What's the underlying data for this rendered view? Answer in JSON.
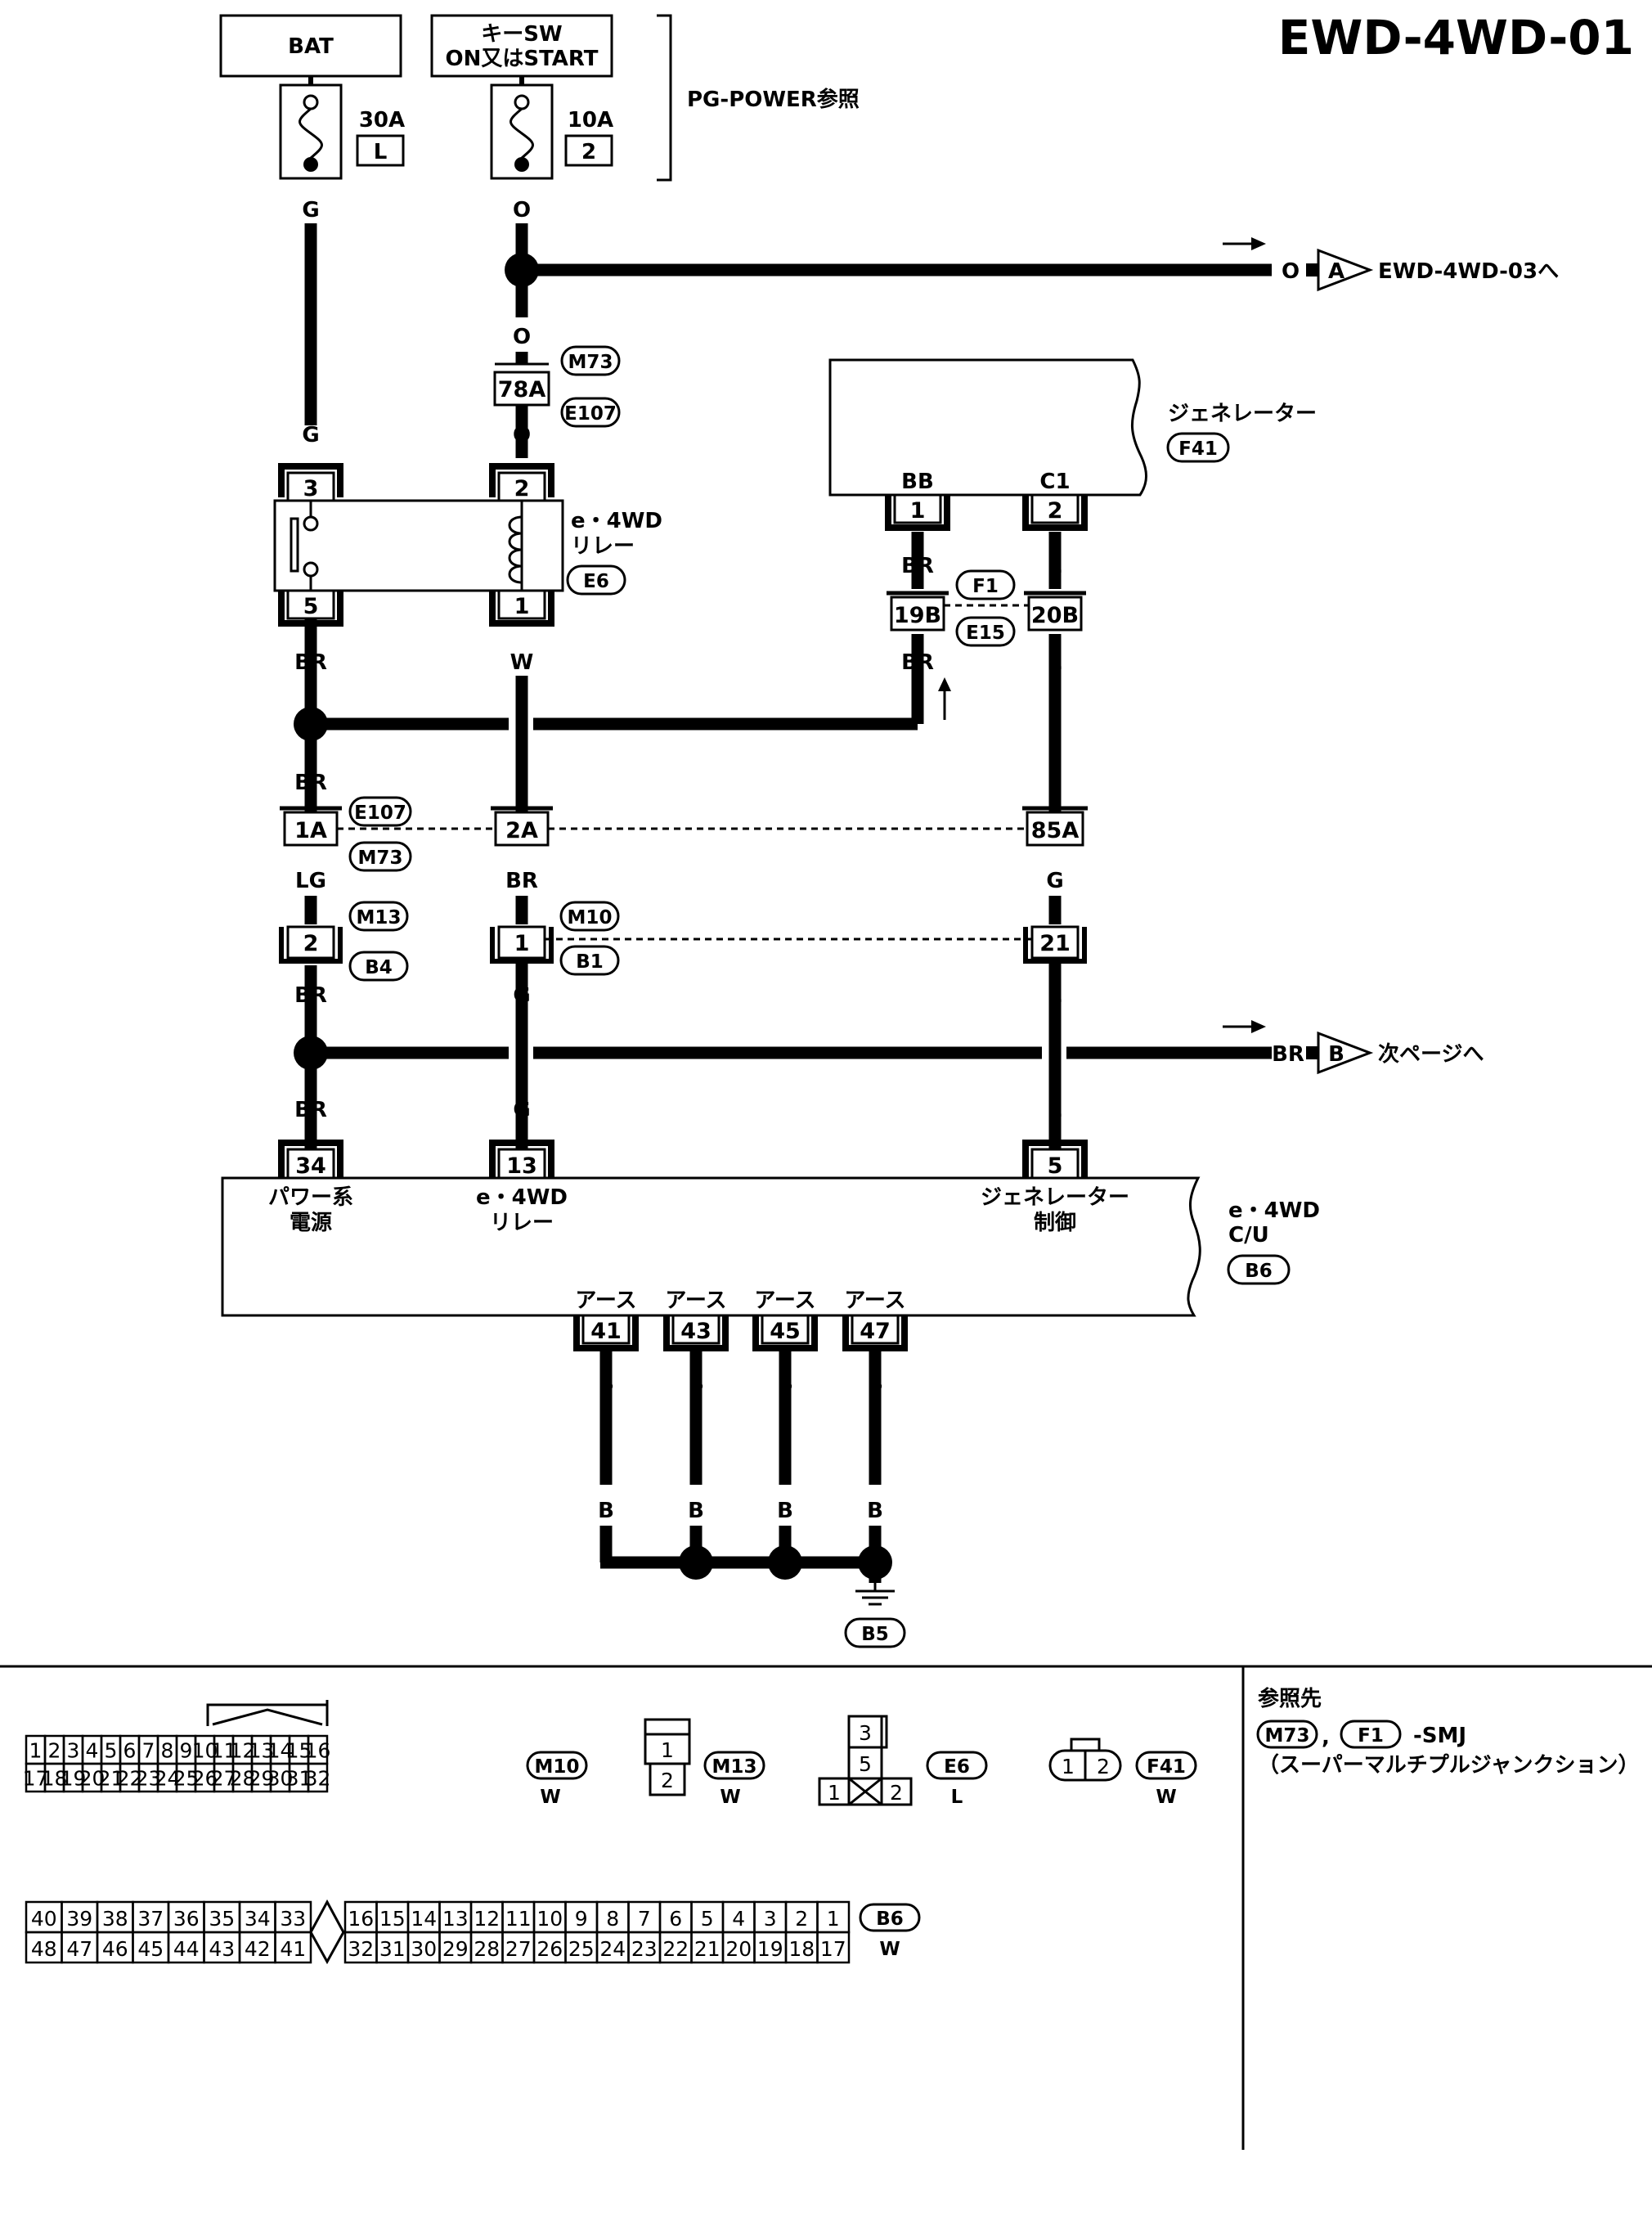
{
  "page_code": "EWD-4WD-01",
  "sources": {
    "bat": "BAT",
    "key_sw_line1": "キーSW",
    "key_sw_line2": "ON又はSTART",
    "reference": "PG-POWER参照"
  },
  "fuses": {
    "f1_amp": "30A",
    "f1_id": "L",
    "f2_amp": "10A",
    "f2_id": "2"
  },
  "colors": {
    "g": "G",
    "o": "O",
    "br": "BR",
    "w": "W",
    "l": "L",
    "lg": "LG",
    "b": "B"
  },
  "connectors": {
    "m73": "M73",
    "e107": "E107",
    "e6": "E6",
    "f41": "F41",
    "f1": "F1",
    "e15": "E15",
    "m13": "M13",
    "b4": "B4",
    "m10": "M10",
    "b1": "B1",
    "b6": "B6",
    "b5": "B5"
  },
  "pins": {
    "p78a": "78A",
    "p3": "3",
    "p2": "2",
    "p5": "5",
    "p1": "1",
    "p19b": "19B",
    "p20b": "20B",
    "p1a": "1A",
    "p2a": "2A",
    "p85a": "85A",
    "p21": "21",
    "p34": "34",
    "p13": "13",
    "p41": "41",
    "p43": "43",
    "p45": "45",
    "p47": "47",
    "bb": "BB",
    "c1": "C1"
  },
  "components": {
    "relay_line1": "e・4WD",
    "relay_line2": "リレー",
    "generator": "ジェネレーター",
    "cu_line1": "e・4WD",
    "cu_line2": "C/U",
    "cu_pin34_line1": "パワー系",
    "cu_pin34_line2": "電源",
    "cu_pin13_line1": "e・4WD",
    "cu_pin13_line2": "リレー",
    "cu_pin5_line1": "ジェネレーター",
    "cu_pin5_line2": "制御",
    "ground": "アース"
  },
  "offpage": {
    "a_letter": "A",
    "a_text": "EWD-4WD-03へ",
    "b_letter": "B",
    "b_text": "次ページへ"
  },
  "legend": {
    "ref_title": "参照先",
    "ref_sep": ",",
    "ref_suffix": "-SMJ",
    "ref_desc": "（スーパーマルチプルジャンクション）",
    "m10_top": [
      "1",
      "2",
      "3",
      "4",
      "5",
      "6",
      "7",
      "8",
      "9",
      "10",
      "11",
      "12",
      "13",
      "14",
      "15",
      "16"
    ],
    "m10_bottom": [
      "17",
      "18",
      "19",
      "20",
      "21",
      "22",
      "23",
      "24",
      "25",
      "26",
      "27",
      "28",
      "29",
      "30",
      "31",
      "32"
    ],
    "m13_pins": [
      "1",
      "2"
    ],
    "e6_pins": [
      "3",
      "5",
      "1",
      "2"
    ],
    "f41_pins": [
      "1",
      "2"
    ],
    "b6_left_top": [
      "40",
      "39",
      "38",
      "37",
      "36",
      "35",
      "34",
      "33"
    ],
    "b6_left_bottom": [
      "48",
      "47",
      "46",
      "45",
      "44",
      "43",
      "42",
      "41"
    ],
    "b6_right_top": [
      "16",
      "15",
      "14",
      "13",
      "12",
      "11",
      "10",
      "9",
      "8",
      "7",
      "6",
      "5",
      "4",
      "3",
      "2",
      "1"
    ],
    "b6_right_bottom": [
      "32",
      "31",
      "30",
      "29",
      "28",
      "27",
      "26",
      "25",
      "24",
      "23",
      "22",
      "21",
      "20",
      "19",
      "18",
      "17"
    ]
  }
}
